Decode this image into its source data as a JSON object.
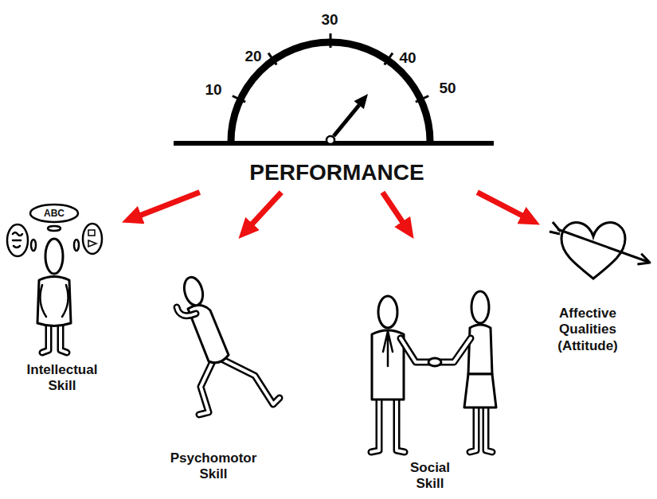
{
  "diagram": {
    "nodes": [
      {
        "text": [
          "PERFORMANCE"
        ]
      },
      {
        "text": [
          "Intellectual Skill"
        ]
      },
      {
        "text": [
          "Psychomotor Skill"
        ]
      },
      {
        "text": [
          "Social Skill"
        ]
      },
      {
        "text": [
          "Affective Qualities (Attitude)"
        ]
      }
    ],
    "edges": [
      {
        "from": 0,
        "to": 1,
        "arrow": "to"
      },
      {
        "from": 0,
        "to": 2,
        "arrow": "to"
      },
      {
        "from": 0,
        "to": 3,
        "arrow": "to"
      },
      {
        "from": 0,
        "to": 4,
        "arrow": "to"
      }
    ],
    "labels": [
      "10",
      "20",
      "30",
      "40",
      "50",
      "ABC"
    ]
  }
}
